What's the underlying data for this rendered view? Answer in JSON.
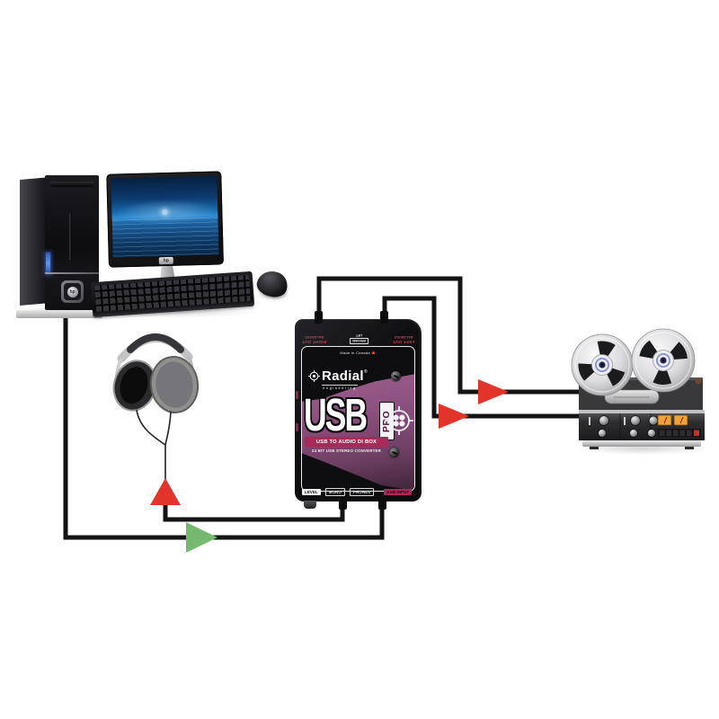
{
  "colors": {
    "line": "#141414",
    "arrow-red": "#e2342b",
    "arrow-green": "#74b96f",
    "di-purple": "#8d5180",
    "di-magenta": "#a92a58",
    "screen-blue": "#1e6cb5"
  },
  "computer": {
    "tower_logo": "hp",
    "monitor_logo": "hp"
  },
  "di_box": {
    "brand": "Radial",
    "registered": "®",
    "brand_sub": "engineering",
    "made_in": "Made in Canada",
    "maple_leaf": "🍁",
    "model": "USB",
    "model_badge": "PRO",
    "tagline1": "USB TO AUDIO DI BOX",
    "tagline2": "24 BIT USB STEREO CONVERTER",
    "jack_labels": {
      "right_out": "RIGHT OUT",
      "right_out_sub": "BALANCED",
      "ground": "GROUND",
      "ground_sub": "LIFT",
      "left_out": "LEFT OUT",
      "left_out_sub": "BALANCED"
    },
    "controls": [
      "LEVEL",
      "MONO",
      "PHONES",
      "USB INPUT"
    ]
  },
  "diagram": {
    "nodes": [
      {
        "id": "computer"
      },
      {
        "id": "headphones"
      },
      {
        "id": "usb-pro-di-box"
      },
      {
        "id": "reel-to-reel-tape-machine"
      }
    ],
    "edges": [
      {
        "from": "computer",
        "to": "usb-pro-di-box USB INPUT",
        "arrow_color": "green"
      },
      {
        "from": "usb-pro-di-box PHONES",
        "to": "headphones",
        "arrow_color": "red"
      },
      {
        "from": "usb-pro-di-box RIGHT OUT",
        "to": "reel-to-reel-tape-machine",
        "arrow_color": "red"
      },
      {
        "from": "usb-pro-di-box LEFT OUT",
        "to": "reel-to-reel-tape-machine",
        "arrow_color": "red"
      }
    ]
  }
}
